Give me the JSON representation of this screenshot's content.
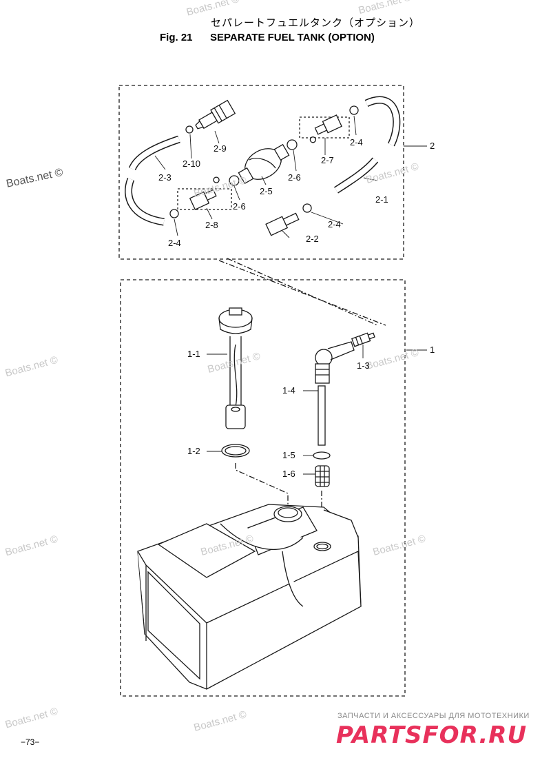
{
  "header": {
    "title_jp": "セパレートフュエルタンク（オプション）",
    "fig_no": "Fig. 21",
    "fig_title": "SEPARATE FUEL TANK (OPTION)"
  },
  "callouts": {
    "c1": "1",
    "c2": "2",
    "c1_1": "1-1",
    "c1_2": "1-2",
    "c1_3": "1-3",
    "c1_4": "1-4",
    "c1_5": "1-5",
    "c1_6": "1-6",
    "c2_1": "2-1",
    "c2_2": "2-2",
    "c2_3": "2-3",
    "c2_4a": "2-4",
    "c2_4b": "2-4",
    "c2_4c": "2-4",
    "c2_5": "2-5",
    "c2_6a": "2-6",
    "c2_6b": "2-6",
    "c2_7": "2-7",
    "c2_8": "2-8",
    "c2_9": "2-9",
    "c2_10": "2-10"
  },
  "watermark": {
    "text": "Boats.net ©"
  },
  "footer": {
    "page": "−73−",
    "shop_tagline": "ЗАПЧАСТИ И АКСЕССУАРЫ ДЛЯ МОТОТЕХНИКИ",
    "brand": "PARTSFOR.RU"
  },
  "colors": {
    "line": "#1a1a1a",
    "watermark": "#c9c9c9",
    "brand": "#e8315b"
  }
}
